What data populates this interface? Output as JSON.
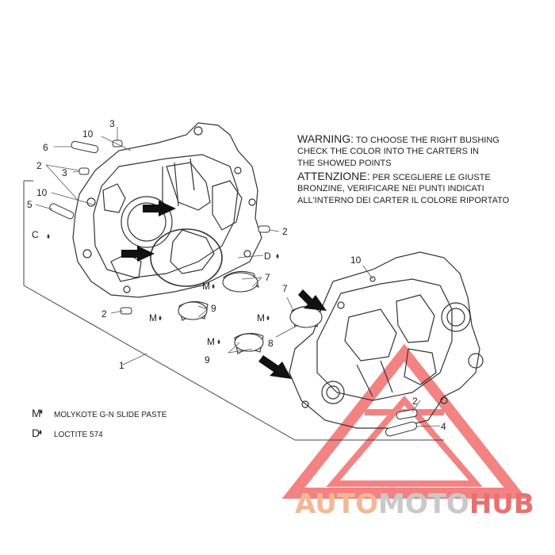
{
  "warning": {
    "line1_head": "WARNING:",
    "line1_rest": " TO CHOOSE THE RIGHT BUSHING",
    "line2": "CHECK THE COLOR INTO THE CARTERS IN",
    "line3": "THE SHOWED POINTS",
    "line4_head": "ATTENZIONE:",
    "line4_rest": " PER SCEGLIERE LE GIUSTE",
    "line5": "BRONZINE, VERIFICARE NEI PUNTI INDICATI",
    "line6": "ALL'INTERNO DEI CARTER IL COLORE RIPORTATO"
  },
  "legend": {
    "m_symbol": "M",
    "m_text": "MOLYKOTE G-N SLIDE PASTE",
    "d_symbol": "D",
    "d_text": "LOCTITE 574"
  },
  "callouts": {
    "c3a": "3",
    "c10a": "10",
    "c6": "6",
    "c2a": "2",
    "c3b": "3",
    "c10b": "10",
    "c5": "5",
    "c_c": "C",
    "c2b": "2",
    "c_d": "D",
    "c7a": "7",
    "c_ma": "M",
    "c9a": "9",
    "c_mb": "M",
    "c2c": "2",
    "c1": "1",
    "c10c": "10",
    "c7b": "7",
    "c_mc": "M",
    "c8": "8",
    "c_md": "M",
    "c9b": "9",
    "c2d": "2",
    "c4": "4"
  },
  "watermark": {
    "part1": "AUTO",
    "part2": "MOTO",
    "part3": "HUB",
    "colors": {
      "auto": "#f2b896",
      "moto": "#c9c9c9",
      "hub": "#e87070",
      "triangle": "#ef5a5a"
    }
  }
}
